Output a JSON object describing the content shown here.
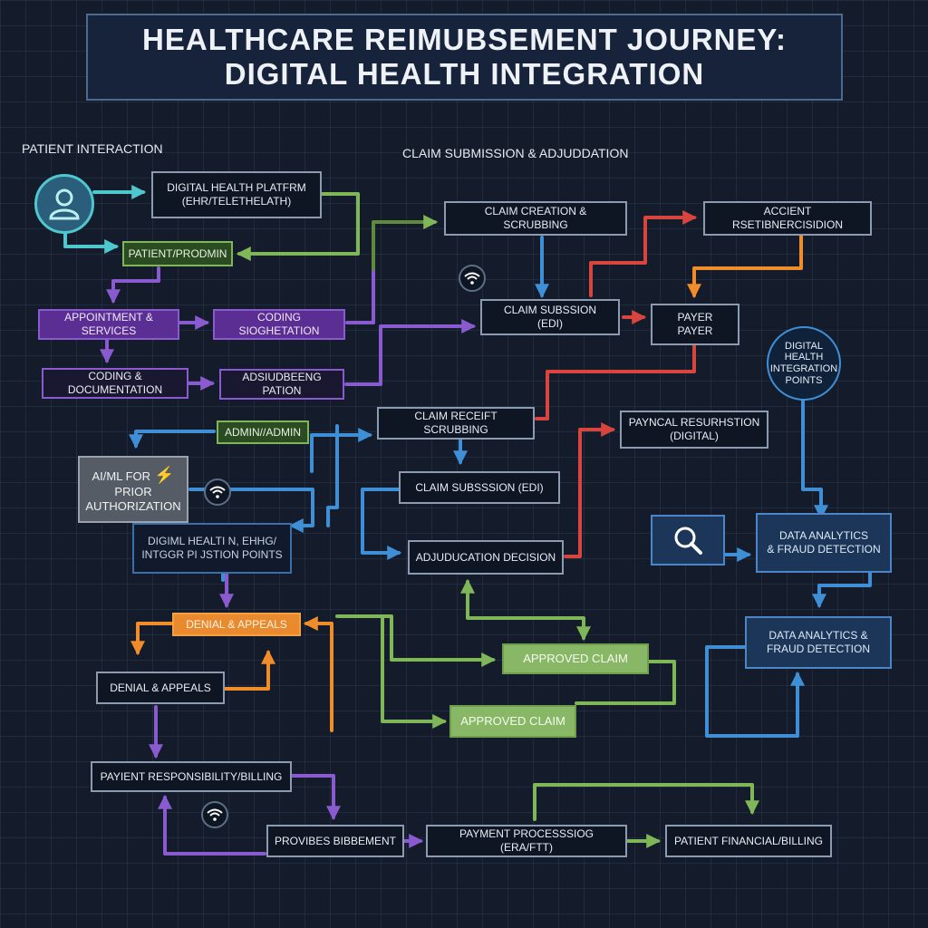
{
  "title": {
    "line1": "HEALTHCARE REIMUBSEMENT JOURNEY:",
    "line2": "DIGITAL HEALTH INTEGRATION"
  },
  "sections": {
    "patient": "PATIENT INTERACTION",
    "claims": "CLAIM SUBMISSION & ADJUDDATION"
  },
  "nodes": {
    "digital_platform": [
      "DIGITAL HEALTH PLATFRM",
      "(EHR/TELETHELATH)"
    ],
    "patient_prodmin": "PATIENT/PRODMIN",
    "appointment": "APPOINTMENT & SERVICES",
    "coding_sioghetation": "CODING SIOGHETATION",
    "coding_documentation": "CODING & DOCUMENTATION",
    "adsiudbeng": "ADSIUDBEENG PATION",
    "admin": "ADMIN//ADMIN",
    "ai_prior": [
      "AI/ML FOR",
      "PRIOR",
      "AUTHORIZATION"
    ],
    "integration_left": [
      "DIGIML HEALTI N, EHHG/",
      "INTGGR PI JSTION POINTS"
    ],
    "claim_creation": "CLAIM CREATION & SCRUBBING",
    "claim_submission_top": [
      "CLAIM SUBSSION",
      "(EDI)"
    ],
    "accient": "ACCIENT RSETIBNERCISIDION",
    "payer": [
      "PAYER",
      "PAYER"
    ],
    "integration_circle": [
      "DIGITAL",
      "HEALTH",
      "INTEGRATION",
      "POINTS"
    ],
    "claim_receift": "CLAIM RECEIFT SCRUBBING",
    "paynical": [
      "PAYNCAL RESURHSTION",
      "(DIGITAL)"
    ],
    "claim_submission_mid": "CLAIM SUBSSSION (EDI)",
    "adjudication": "ADJUDUCATION DECISION",
    "data_analytics_1": [
      "DATA ANALYTICS",
      "& FRAUD DETECTION"
    ],
    "data_analytics_2": [
      "DATA ANALYTICS &",
      "FRAUD DETECTION"
    ],
    "denial_orange": "DENIAL & APPEALS",
    "denial_dark": "DENIAL & APPEALS",
    "approved_1": "APPROVED CLAIM",
    "approved_2": "APPROVED CLAIM",
    "patient_billing": "PAYIENT RESPONSIBILITY/BILLING",
    "provides": "PROVIBES BIBBEMENT",
    "payment_processing": "PAYMENT PROCESSSIOG (ERA/FTT)",
    "patient_financial": "PATIENT FINANCIAL/BILLING"
  },
  "colors": {
    "background": "#141b2a",
    "teal": "#4fc7cf",
    "purple": "#8a5ad0",
    "green": "#7fb657",
    "blue": "#3f8fd6",
    "red": "#d8453f",
    "orange": "#f08c2a",
    "bolt": "#f5c518"
  },
  "icons": [
    "user-icon",
    "wifi-icon",
    "lightning-bolt-icon",
    "search-icon"
  ]
}
